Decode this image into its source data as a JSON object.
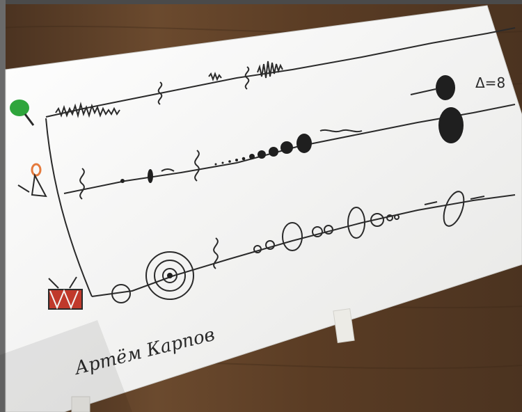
{
  "photo": {
    "subject": "hand-drawn graphic score",
    "background": "wooden board",
    "paper": "white card taped to board",
    "tape": "masking tape"
  },
  "score": {
    "rows": [
      {
        "instrument_icon": "maracas-icon",
        "icon_color": "#2fa53c",
        "marks": "zigzag scribbles"
      },
      {
        "instrument_icon": "bell-icon",
        "icon_color": "#e57a3c",
        "marks": "dots growing in size"
      },
      {
        "instrument_icon": "drum-icon",
        "icon_color": "#c0392b",
        "marks": "circles and spirals"
      }
    ],
    "corner_annotation": "Δ=8",
    "signature": "Артём Карпов"
  },
  "colors": {
    "wood": "#5a3f26",
    "paper": "#f4f4f2",
    "ink": "#2a2a2a"
  }
}
